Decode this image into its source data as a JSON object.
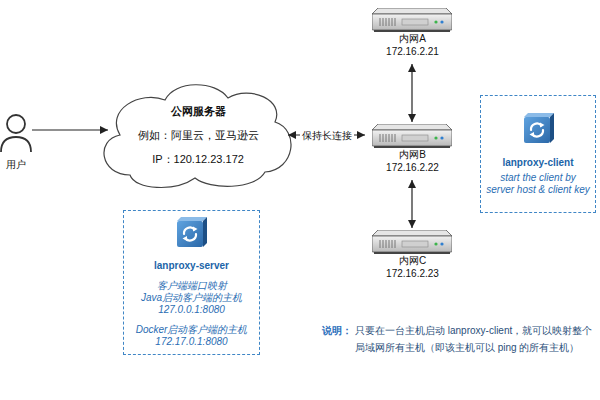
{
  "diagram": {
    "nodes": [
      {
        "text": [
          "内网A",
          "172.16.2.21"
        ]
      },
      {
        "text": [
          "用户"
        ]
      },
      {
        "text": [
          "公网服务器",
          "例如：阿里云，亚马逊云",
          "IP：120.12.23.172"
        ]
      },
      {
        "text": [
          "内网B",
          "172.16.2.22"
        ]
      },
      {
        "text": [
          "lanproxy-client",
          "start the client by server host & client key"
        ]
      },
      {
        "text": [
          "lanproxy-server",
          "客户端端口映射 Java启动客户端的主机 127.0.0.1:8080",
          "Docker启动客户端的主机 172.17.0.1:8080"
        ]
      },
      {
        "text": [
          "内网C",
          "172.16.2.23"
        ]
      }
    ],
    "edges": [
      {
        "from": 1,
        "to": 2,
        "arrow": "to"
      },
      {
        "from": 2,
        "to": 3,
        "label": "保持长连接",
        "arrow": "both"
      },
      {
        "from": 0,
        "to": 3,
        "arrow": "both"
      },
      {
        "from": 3,
        "to": 6,
        "arrow": "both"
      }
    ],
    "labels": [
      "说明：",
      "只要在一台主机启动 lanproxy-client，就可以映射整个局域网所有主机（即该主机可以 ping 的所有主机）"
    ]
  }
}
